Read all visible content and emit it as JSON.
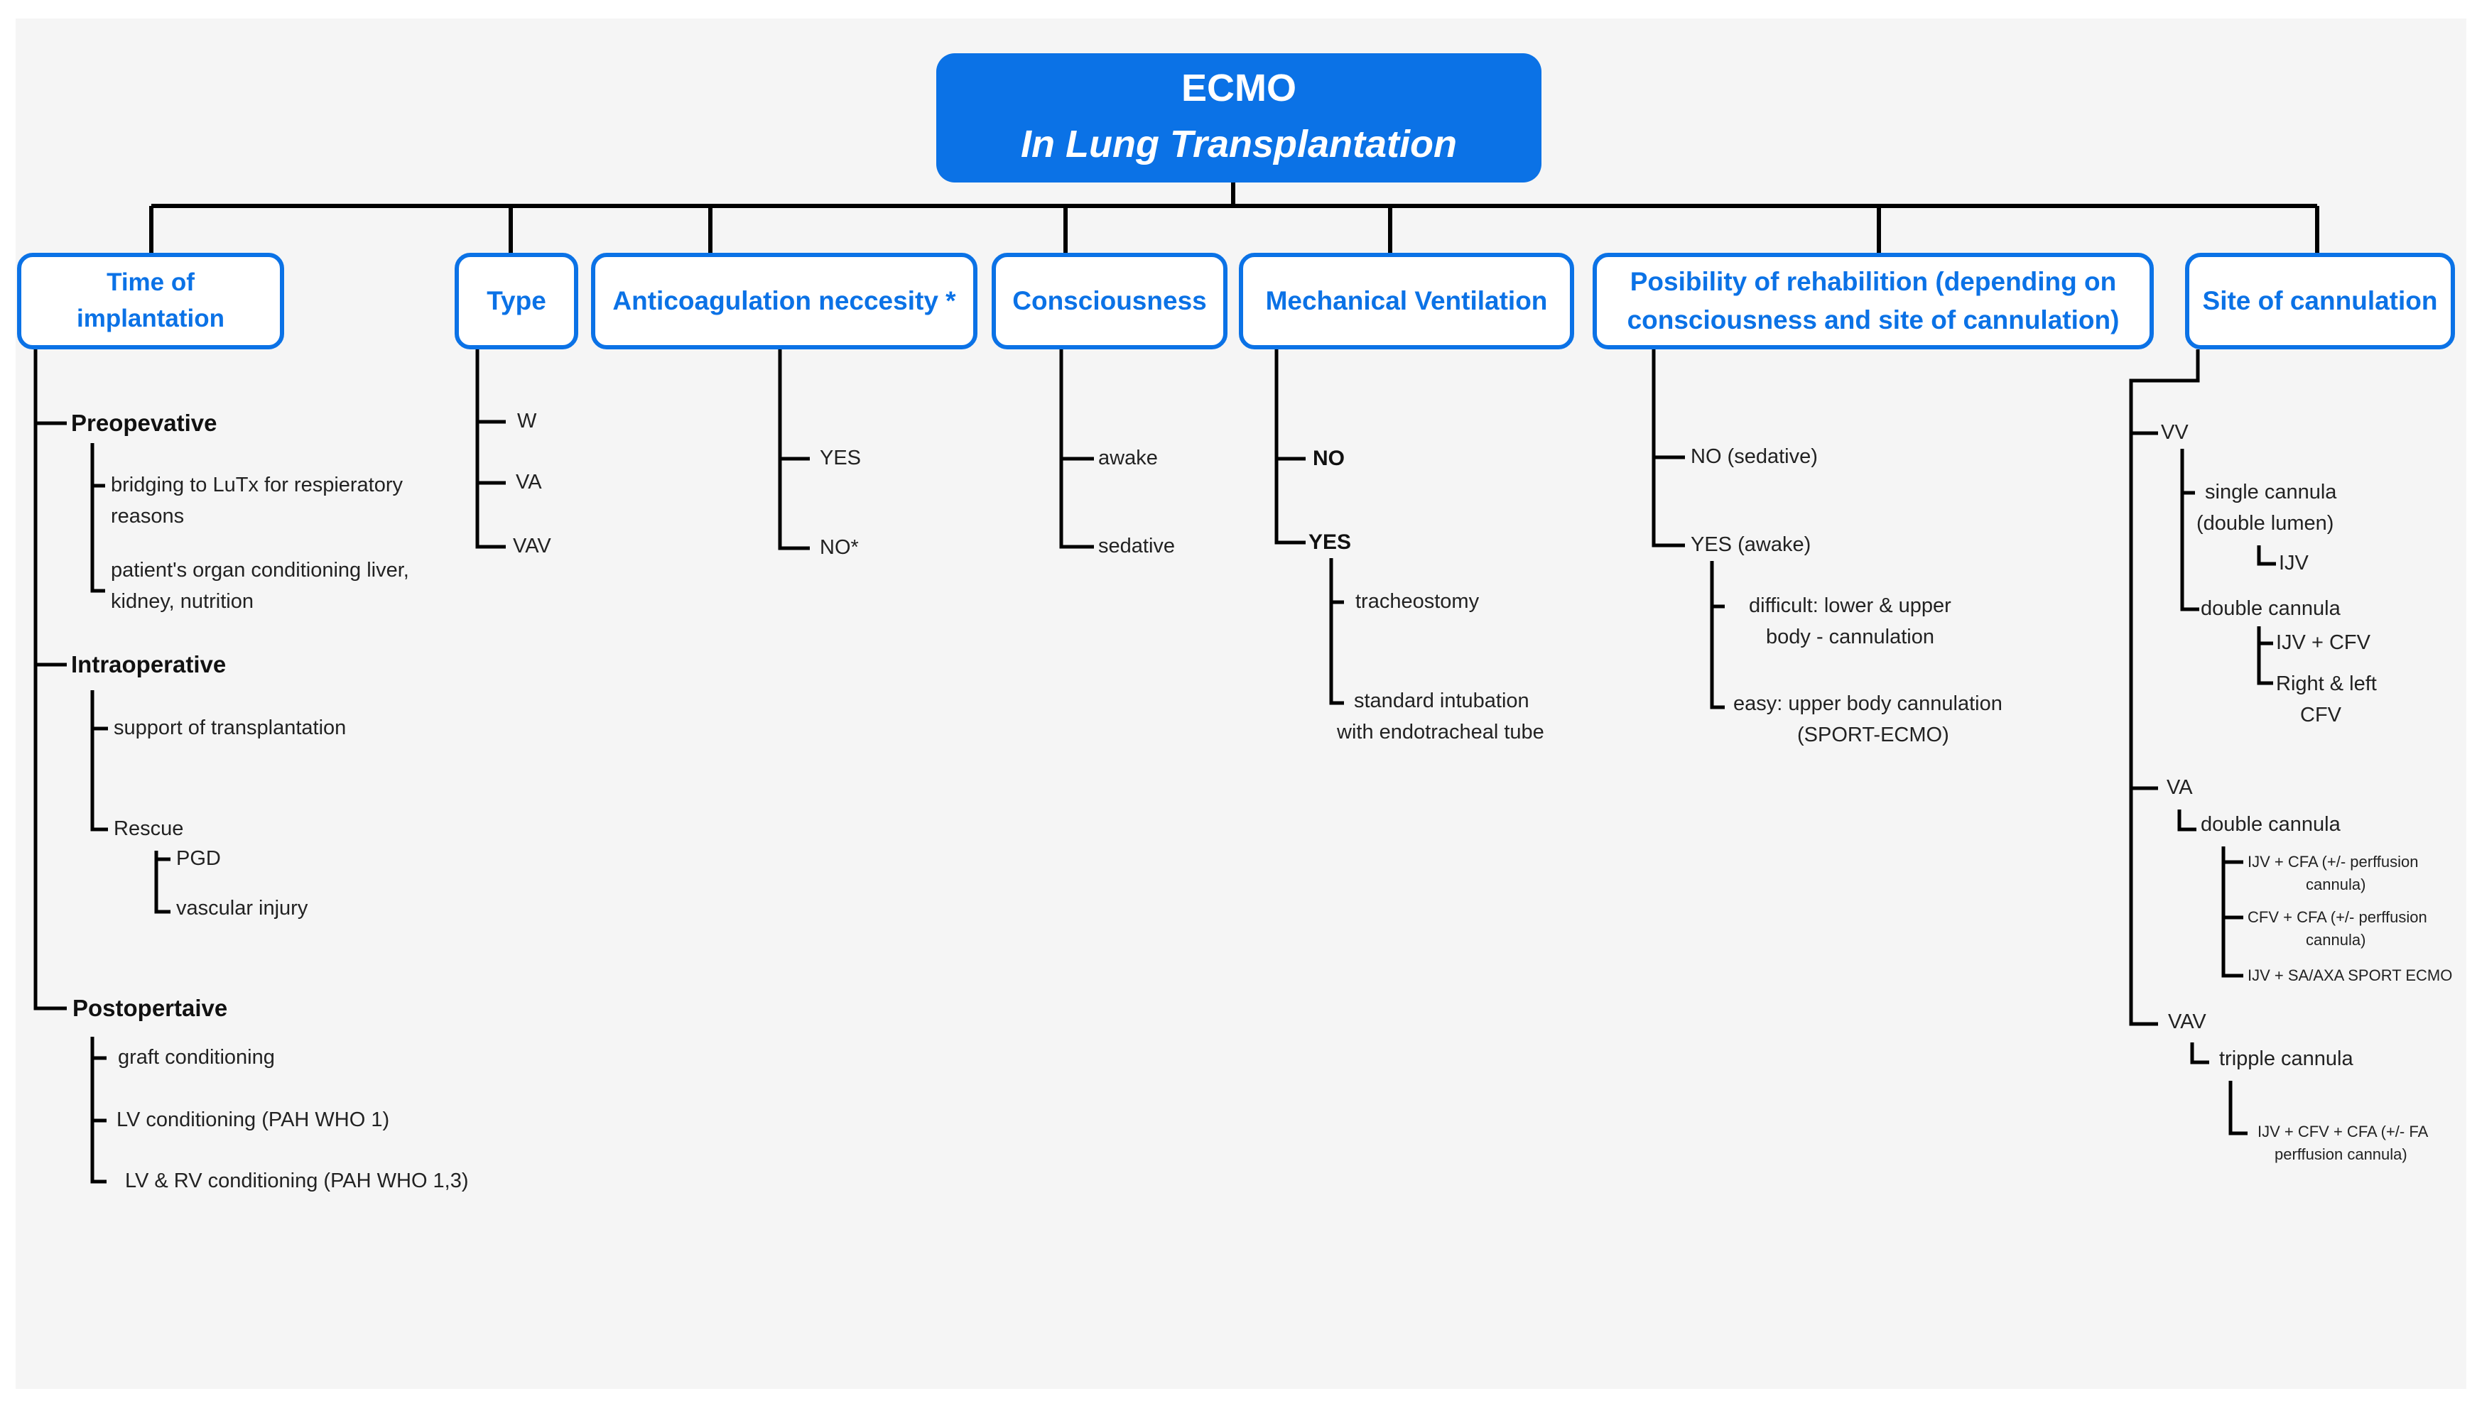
{
  "title": {
    "line1": "ECMO",
    "line2": "In Lung Transplantation"
  },
  "colors": {
    "accent": "#0b72e6",
    "connector": "#000000",
    "background": "#f5f5f5"
  },
  "categories": {
    "time": {
      "label": "Time of implantation",
      "preop": {
        "label": "Preopevative",
        "item1_l1": "bridging to LuTx for respieratory",
        "item1_l2": "reasons",
        "item2_l1": "patient's organ conditioning liver,",
        "item2_l2": "kidney, nutrition"
      },
      "intraop": {
        "label": "Intraoperative",
        "item1": "support of transplantation",
        "item2": "Rescue",
        "rescue_item1": "PGD",
        "rescue_item2": "vascular injury"
      },
      "postop": {
        "label": "Postopertaive",
        "item1": "graft conditioning",
        "item2": "LV conditioning (PAH WHO 1)",
        "item3": "LV & RV conditioning (PAH WHO 1,3)"
      }
    },
    "type": {
      "label": "Type",
      "items": [
        "W",
        "VA",
        "VAV"
      ]
    },
    "anticoagulation": {
      "label": "Anticoagulation neccesity *",
      "items": [
        "YES",
        "NO*"
      ]
    },
    "consciousness": {
      "label": "Consciousness",
      "items": [
        "awake",
        "sedative"
      ]
    },
    "ventilation": {
      "label": "Mechanical Ventilation",
      "no": "NO",
      "yes": "YES",
      "yes_item1": "tracheostomy",
      "yes_item2_l1": "standard intubation",
      "yes_item2_l2": "with endotracheal tube"
    },
    "rehabilitation": {
      "label_l1": "Posibility of rehabilition (depending on",
      "label_l2": "consciousness and site of cannulation)",
      "no": "NO (sedative)",
      "yes": "YES (awake)",
      "yes_item1_l1": "difficult: lower & upper",
      "yes_item1_l2": "body - cannulation",
      "yes_item2_l1": "easy: upper body cannulation",
      "yes_item2_l2": "(SPORT-ECMO)"
    },
    "cannulation": {
      "label": "Site of cannulation",
      "vv": {
        "label": "VV",
        "single_l1": "single cannula",
        "single_l2": "(double lumen)",
        "single_sub": "IJV",
        "double": "double cannula",
        "double_sub1": "IJV + CFV",
        "double_sub2_l1": "Right & left",
        "double_sub2_l2": "CFV"
      },
      "va": {
        "label": "VA",
        "double": "double cannula",
        "sub1_l1": "IJV + CFA (+/- perffusion",
        "sub1_l2": "cannula)",
        "sub2_l1": "CFV + CFA (+/- perffusion",
        "sub2_l2": "cannula)",
        "sub3": "IJV + SA/AXA SPORT ECMO"
      },
      "vav": {
        "label": "VAV",
        "tripple": "tripple cannula",
        "sub1_l1": "IJV + CFV + CFA (+/- FA",
        "sub1_l2": "perffusion cannula)"
      }
    }
  }
}
